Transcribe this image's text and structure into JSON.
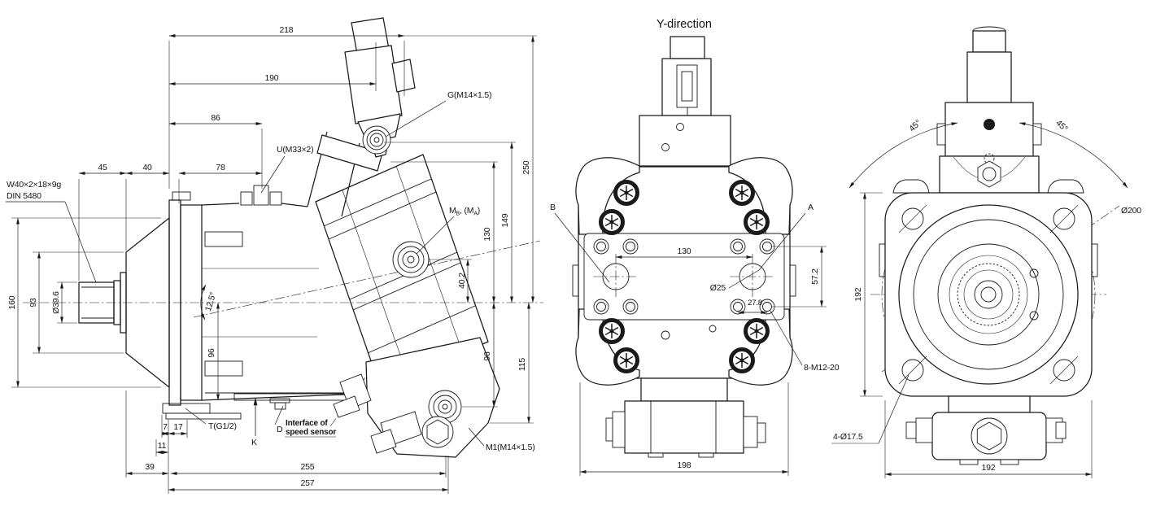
{
  "style": {
    "line_color": "#1a1a1a",
    "background": "#ffffff"
  },
  "side": {
    "dims": {
      "d218": "218",
      "d190": "190",
      "d86": "86",
      "d45": "45",
      "d40": "40",
      "d78": "78",
      "d160": "160",
      "d93": "93",
      "shaft_dia": "Ø39.6",
      "angle": "12.5°",
      "d96_inner": "96",
      "d7": "7",
      "d17": "17",
      "d11": "11",
      "d39": "39",
      "d255": "255",
      "d257": "257",
      "d250": "250",
      "d149": "149",
      "d130": "130",
      "d40_2": "40.2",
      "d96_port": "96",
      "d115": "115"
    },
    "labels": {
      "spline_spec": "W40×2×18×9g",
      "spline_standard": "DIN 5480",
      "port_t": "T(G1/2)",
      "port_k": "K",
      "port_d": "D",
      "sensor_note_1": "Interface of",
      "sensor_note_2": "speed sensor",
      "port_m1": "M1(M14×1.5)",
      "port_g": "G(M14×1.5)",
      "port_u": "U(M33×2)",
      "port_mb": {
        "m": "M",
        "sub_b": "B",
        "mid": ", (M",
        "sub_a": "A",
        "close": ")"
      }
    }
  },
  "rear": {
    "title": "Y-direction",
    "labels": {
      "port_b": "B",
      "port_a": "A",
      "thread_note": "8-M12-20"
    },
    "dims": {
      "d130": "130",
      "port_dia": "Ø25",
      "d57_2": "57.2",
      "d27_8": "27.8",
      "d198": "198"
    }
  },
  "front": {
    "dims": {
      "angle_left": "45°",
      "angle_right": "45°",
      "bolt_circle": "Ø200",
      "d192_v": "192",
      "d192_h": "192",
      "hole_note": "4-Ø17.5"
    }
  }
}
